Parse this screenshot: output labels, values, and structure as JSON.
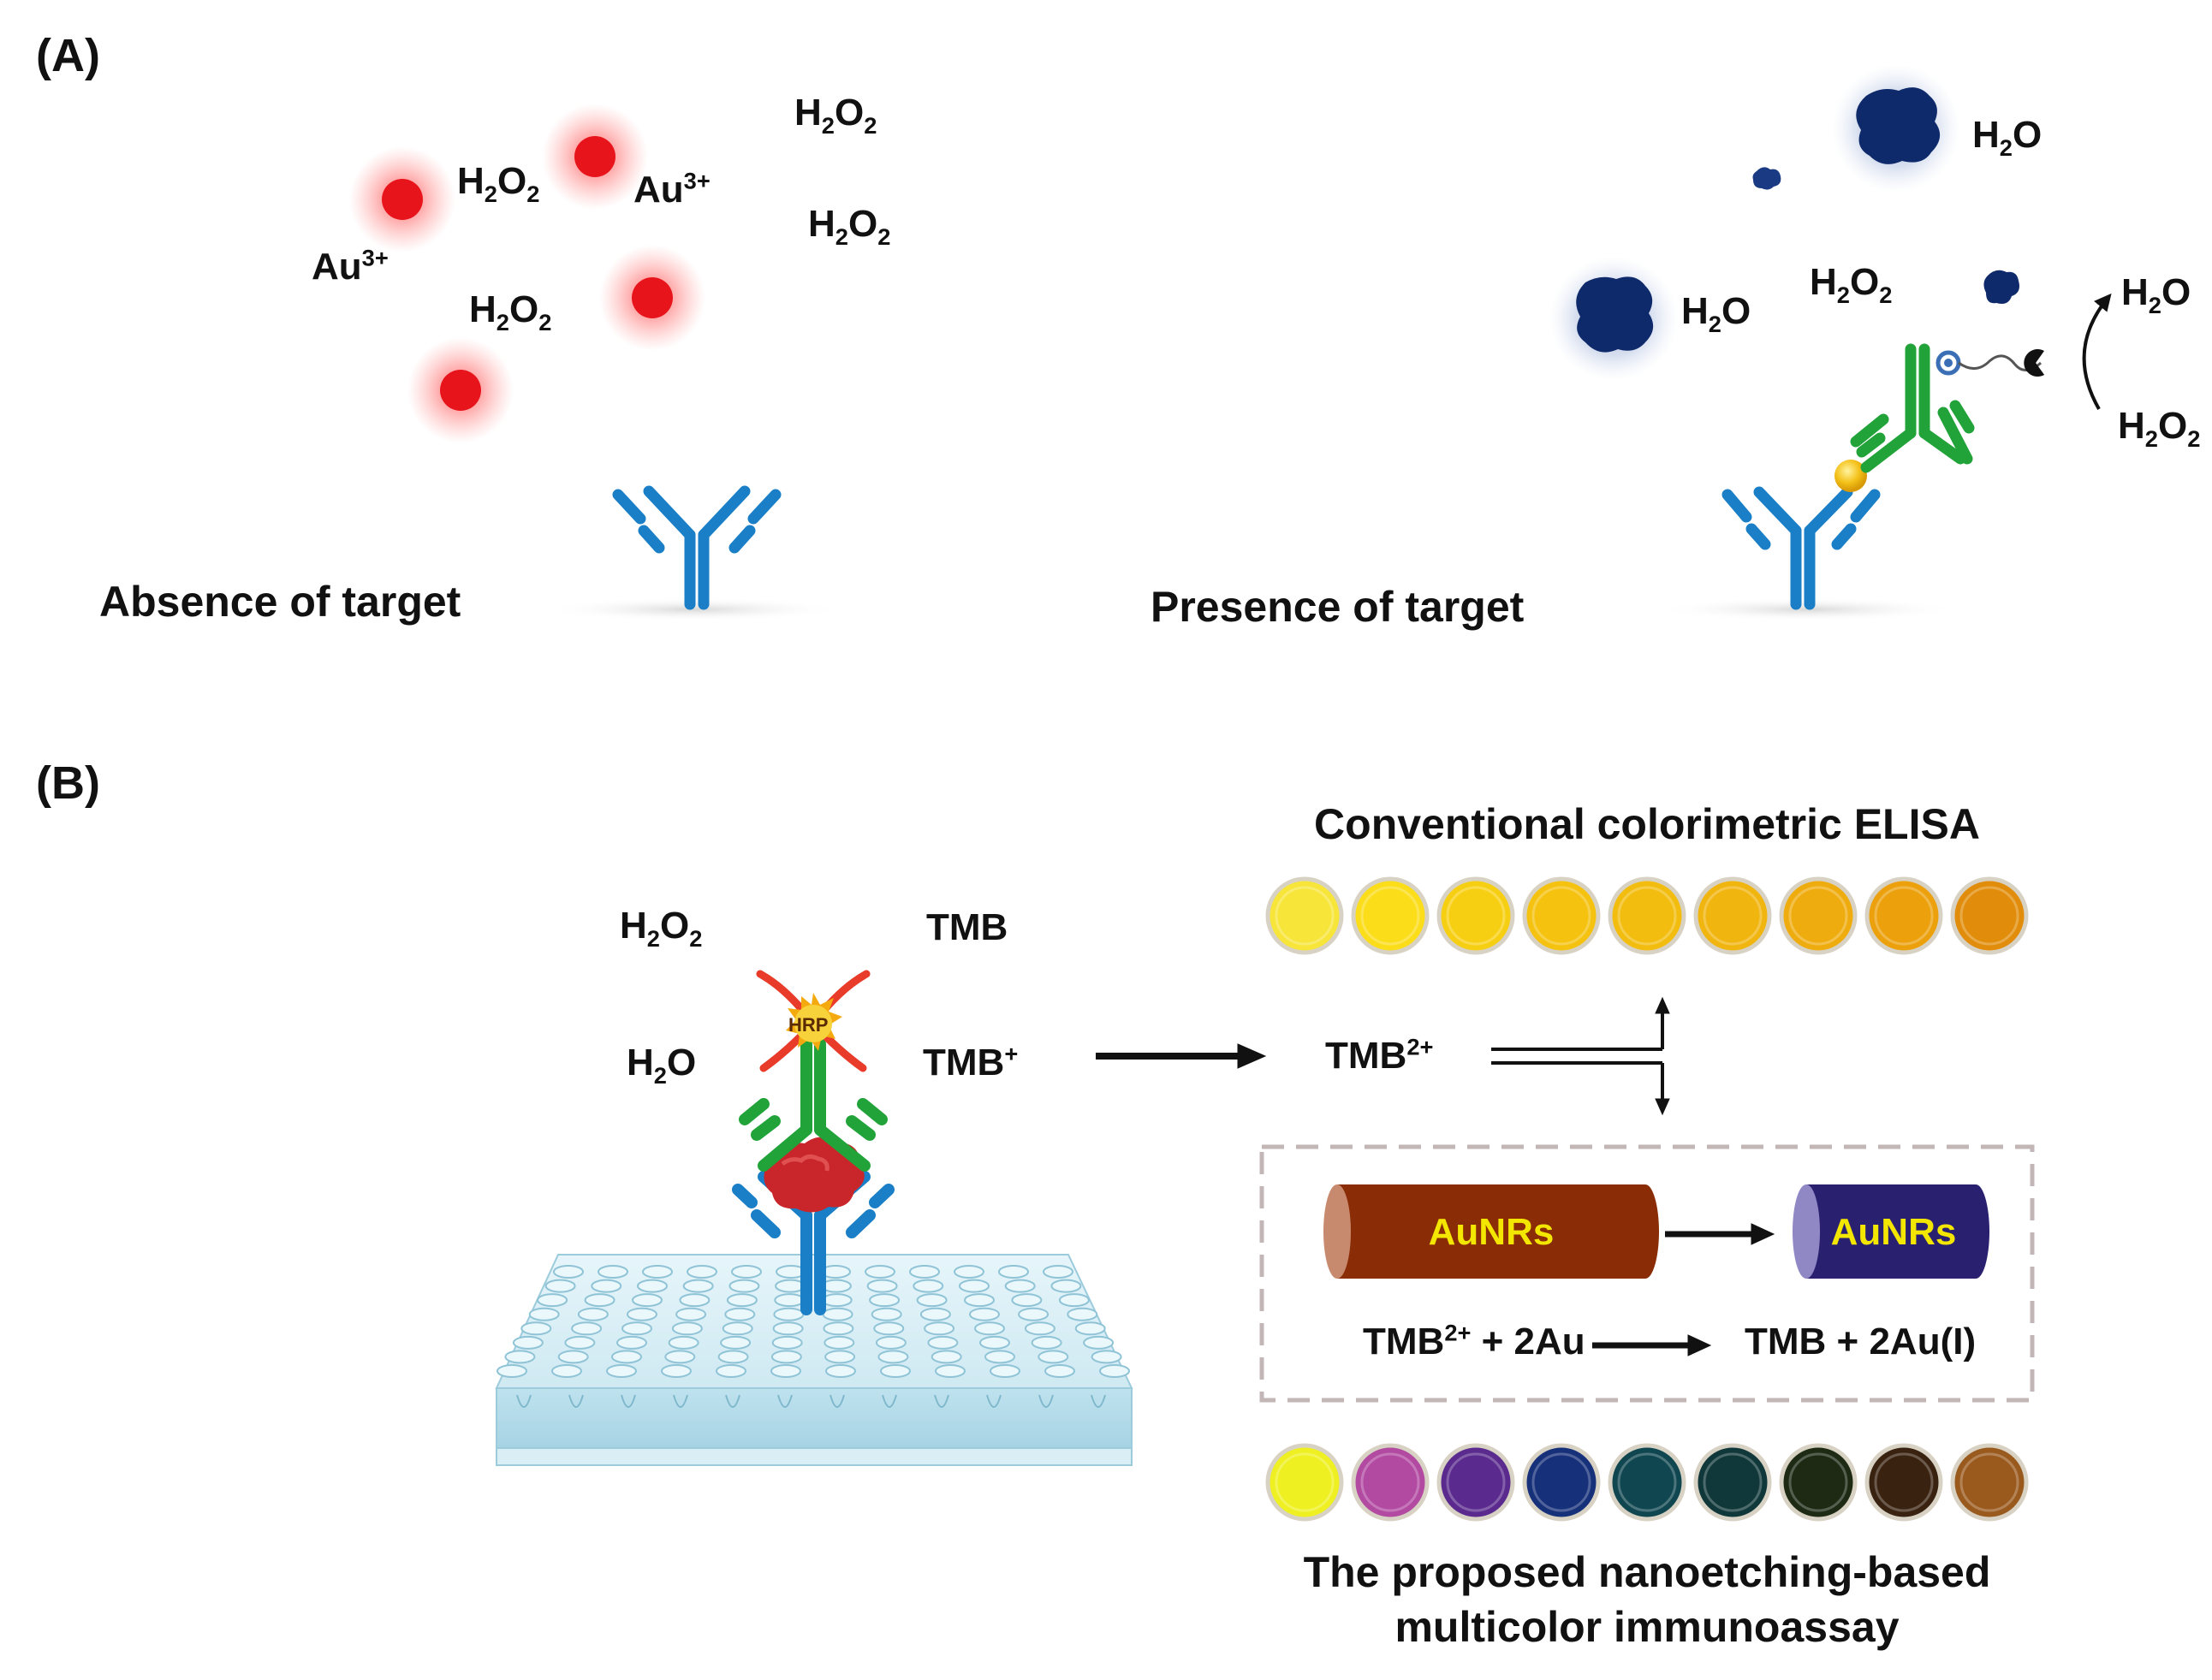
{
  "panel_a": {
    "label": "(A)",
    "absence_caption": "Absence of target",
    "presence_caption": "Presence of target",
    "h2o2": "H",
    "sub2": "2",
    "o": "O",
    "au": "Au",
    "au_charge": "3+",
    "h2o_h": "H",
    "h2o_sub": "2",
    "h2o_o": "O"
  },
  "panel_b": {
    "label": "(B)",
    "conventional_title": "Conventional colorimetric ELISA",
    "tmb": "TMB",
    "tmb_plus": "+",
    "tmb2_plus": "2+",
    "hrp": "HRP",
    "aunrs": "AuNRs",
    "reaction_left": "TMB",
    "reaction_left_charge": "2+",
    "reaction_left_rest": " + 2Au",
    "reaction_right": "TMB + 2Au(I)",
    "proposed_title_line1": "The proposed nanoetching-based",
    "proposed_title_line2": "multicolor immunoassay"
  },
  "colors": {
    "antibody_blue": "#1a7fc7",
    "antibody_green": "#22a33a",
    "red_particle": "#e8141c",
    "dark_blue_product": "#0f2a6b",
    "aunr_brown": "#8a2d06",
    "aunr_navy": "#2a2070",
    "aunr_text": "#f3e600",
    "conventional_wells": [
      "#f7e53a",
      "#fbdd1a",
      "#f7cf12",
      "#f4c20f",
      "#f2bd0f",
      "#f1b50f",
      "#efac0f",
      "#eba00c",
      "#e18c0a"
    ],
    "multicolor_wells": [
      "#eef021",
      "#b24aa2",
      "#5a2a8e",
      "#16307a",
      "#0f4650",
      "#10383a",
      "#1e2a14",
      "#3a2210",
      "#9a5a1e"
    ]
  }
}
